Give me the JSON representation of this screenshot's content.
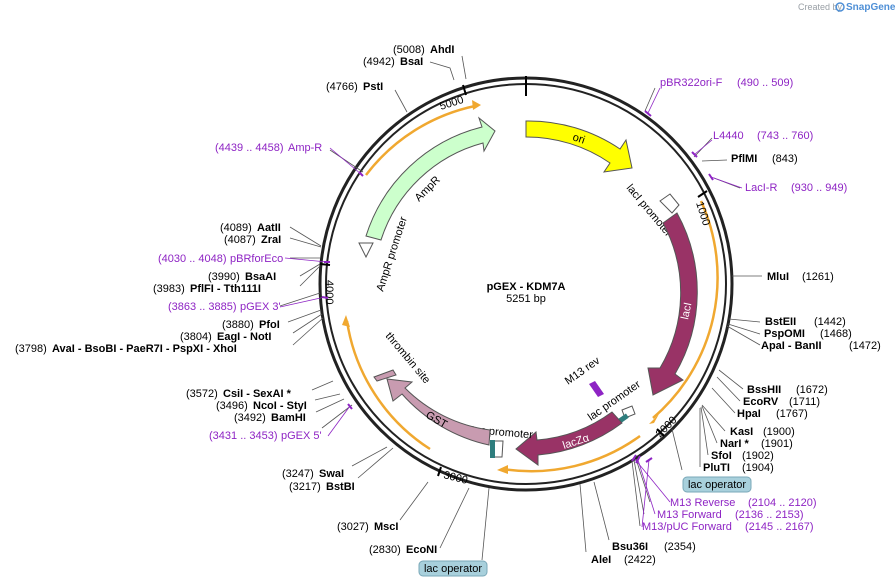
{
  "brand": {
    "created_by": "Created by",
    "name": "SnapGene"
  },
  "map": {
    "title": "pGEX - KDM7A",
    "length": "5251 bp"
  },
  "ticks": [
    {
      "label": "1000"
    },
    {
      "label": "2000"
    },
    {
      "label": "3000"
    },
    {
      "label": "4000"
    },
    {
      "label": "5000"
    }
  ],
  "features": [
    {
      "name": "ori",
      "color": "#ffff00"
    },
    {
      "name": "lacI",
      "color": "#993366"
    },
    {
      "name": "lacZα",
      "color": "#993366"
    },
    {
      "name": "GST",
      "color": "#c89bb0"
    },
    {
      "name": "AmpR",
      "color": "#ccffcc"
    },
    {
      "name": "lacI promoter",
      "color": "#ffffff"
    },
    {
      "name": "AmpR promoter",
      "color": "#ffffff"
    },
    {
      "name": "tac promoter",
      "color": "#ffffff"
    },
    {
      "name": "thrombin site",
      "color": "#c89bb0"
    },
    {
      "name": "M13 rev",
      "color": "#8e24c4"
    },
    {
      "name": "lac promoter",
      "color": "#ffffff"
    }
  ],
  "primers": [
    {
      "name": "pBR322ori-F",
      "range": "(490 .. 509)"
    },
    {
      "name": "L4440",
      "range": "(743 .. 760)"
    },
    {
      "name": "LacI-R",
      "range": "(930 .. 949)"
    },
    {
      "name": "M13 Reverse",
      "range": "(2104 .. 2120)"
    },
    {
      "name": "M13 Forward",
      "range": "(2136 .. 2153)"
    },
    {
      "name": "M13/pUC Forward",
      "range": "(2145 .. 2167)"
    },
    {
      "name": "pGEX 5'",
      "range": "(3431 .. 3453)"
    },
    {
      "name": "pGEX 3'",
      "range": "(3863 .. 3885)"
    },
    {
      "name": "pBRforEco",
      "range": "(4030 .. 4048)"
    },
    {
      "name": "Amp-R",
      "range": "(4439 .. 4458)"
    }
  ],
  "sites": [
    {
      "name": "AhdI",
      "pos": "(5008)"
    },
    {
      "name": "BsaI",
      "pos": "(4942)"
    },
    {
      "name": "PstI",
      "pos": "(4766)"
    },
    {
      "name": "PflMI",
      "pos": "(843)"
    },
    {
      "name": "MluI",
      "pos": "(1261)"
    },
    {
      "name": "BstEII",
      "pos": "(1442)"
    },
    {
      "name": "PspOMI",
      "pos": "(1468)"
    },
    {
      "name": "ApaI  -  BanII",
      "pos": "(1472)"
    },
    {
      "name": "BssHII",
      "pos": "(1672)"
    },
    {
      "name": "EcoRV",
      "pos": "(1711)"
    },
    {
      "name": "HpaI",
      "pos": "(1767)"
    },
    {
      "name": "KasI",
      "pos": "(1900)"
    },
    {
      "name": "NarI *",
      "pos": "(1901)"
    },
    {
      "name": "SfoI",
      "pos": "(1902)"
    },
    {
      "name": "PluTI",
      "pos": "(1904)"
    },
    {
      "name": "Bsu36I",
      "pos": "(2354)"
    },
    {
      "name": "AleI",
      "pos": "(2422)"
    },
    {
      "name": "EcoNI",
      "pos": "(2830)"
    },
    {
      "name": "MscI",
      "pos": "(3027)"
    },
    {
      "name": "BstBI",
      "pos": "(3217)"
    },
    {
      "name": "SwaI",
      "pos": "(3247)"
    },
    {
      "name": "BamHI",
      "pos": "(3492)"
    },
    {
      "name": "NcoI  -  StyI",
      "pos": "(3496)"
    },
    {
      "name": "CsiI  -  SexAI *",
      "pos": "(3572)"
    },
    {
      "name": "AvaI  -  BsoBI  -  PaeR7I  -  PspXI  -  XhoI",
      "pos": "(3798)"
    },
    {
      "name": "EagI  -  NotI",
      "pos": "(3804)"
    },
    {
      "name": "PfoI",
      "pos": "(3880)"
    },
    {
      "name": "PflFI  -  Tth111I",
      "pos": "(3983)"
    },
    {
      "name": "BsaAI",
      "pos": "(3990)"
    },
    {
      "name": "ZraI",
      "pos": "(4087)"
    },
    {
      "name": "AatII",
      "pos": "(4089)"
    }
  ],
  "operators": [
    {
      "name": "lac operator"
    },
    {
      "name": "lac operator"
    }
  ]
}
